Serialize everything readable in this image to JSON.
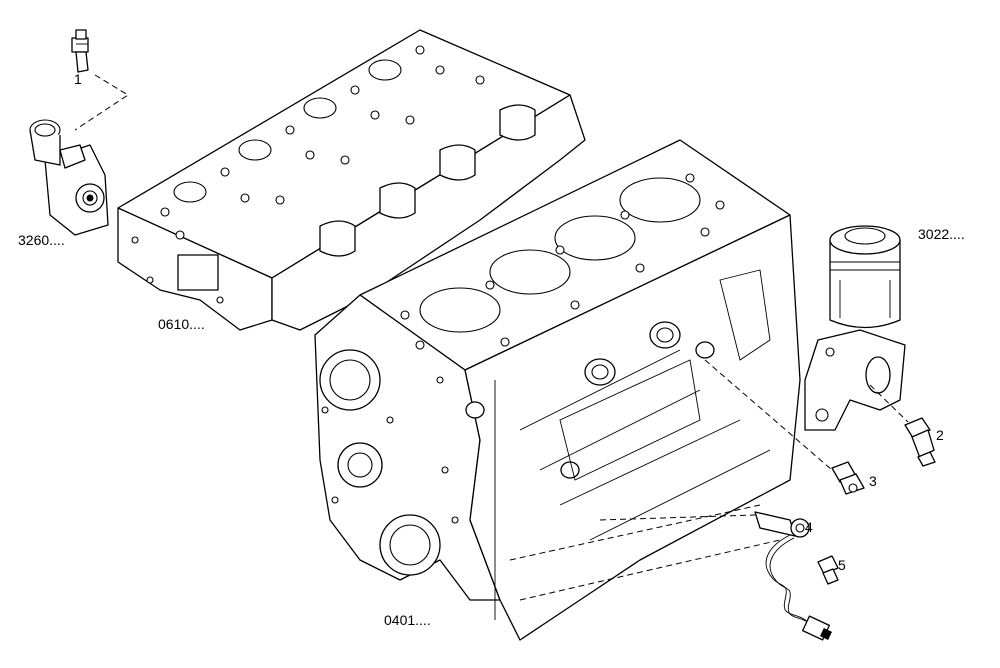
{
  "labels": {
    "part_1": "1",
    "part_2": "2",
    "part_3": "3",
    "part_4": "4",
    "part_5": "5",
    "ref_3260": "3260....",
    "ref_0610": "0610....",
    "ref_3022": "3022....",
    "ref_0401": "0401...."
  }
}
